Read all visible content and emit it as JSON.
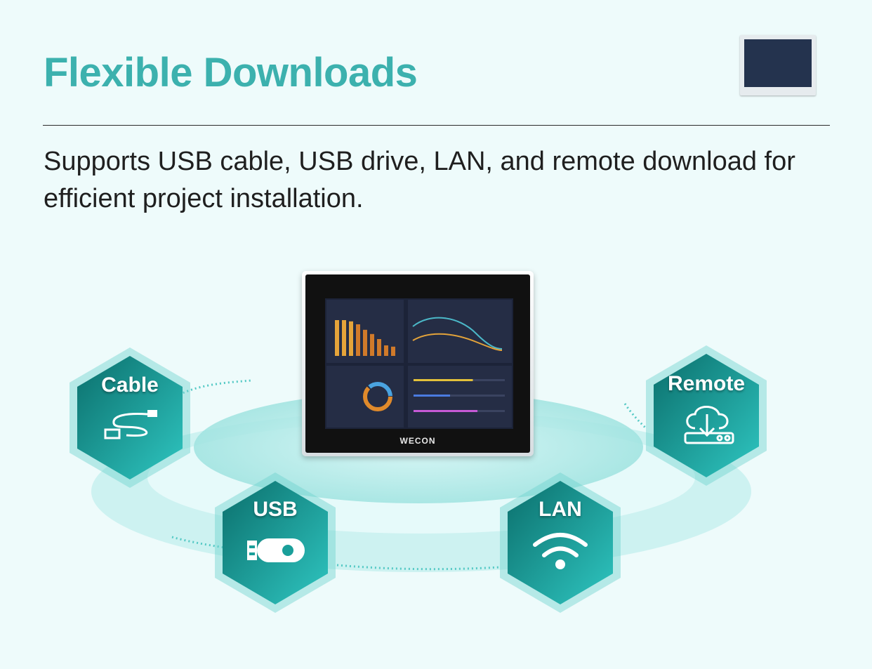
{
  "header": {
    "title": "Flexible Downloads",
    "subtitle": "Supports USB cable, USB drive, LAN, and remote download for efficient project installation."
  },
  "methods": [
    {
      "label": "Cable",
      "icon": "usb-cable-icon"
    },
    {
      "label": "USB",
      "icon": "usb-drive-icon"
    },
    {
      "label": "LAN",
      "icon": "wifi-icon"
    },
    {
      "label": "Remote",
      "icon": "cloud-download-icon"
    }
  ],
  "device": {
    "brand": "WECON",
    "dashboard": {
      "bar_values": [
        0.85,
        0.85,
        0.82,
        0.75,
        0.62,
        0.52,
        0.4,
        0.25,
        0.22
      ],
      "progress": [
        0.65,
        0.4,
        0.7
      ]
    }
  },
  "colors": {
    "accent": "#3cb1ae",
    "hex_dark": "#0e7f7b",
    "hex_light": "#2bbfbb",
    "ring": "#a9e8e6"
  }
}
